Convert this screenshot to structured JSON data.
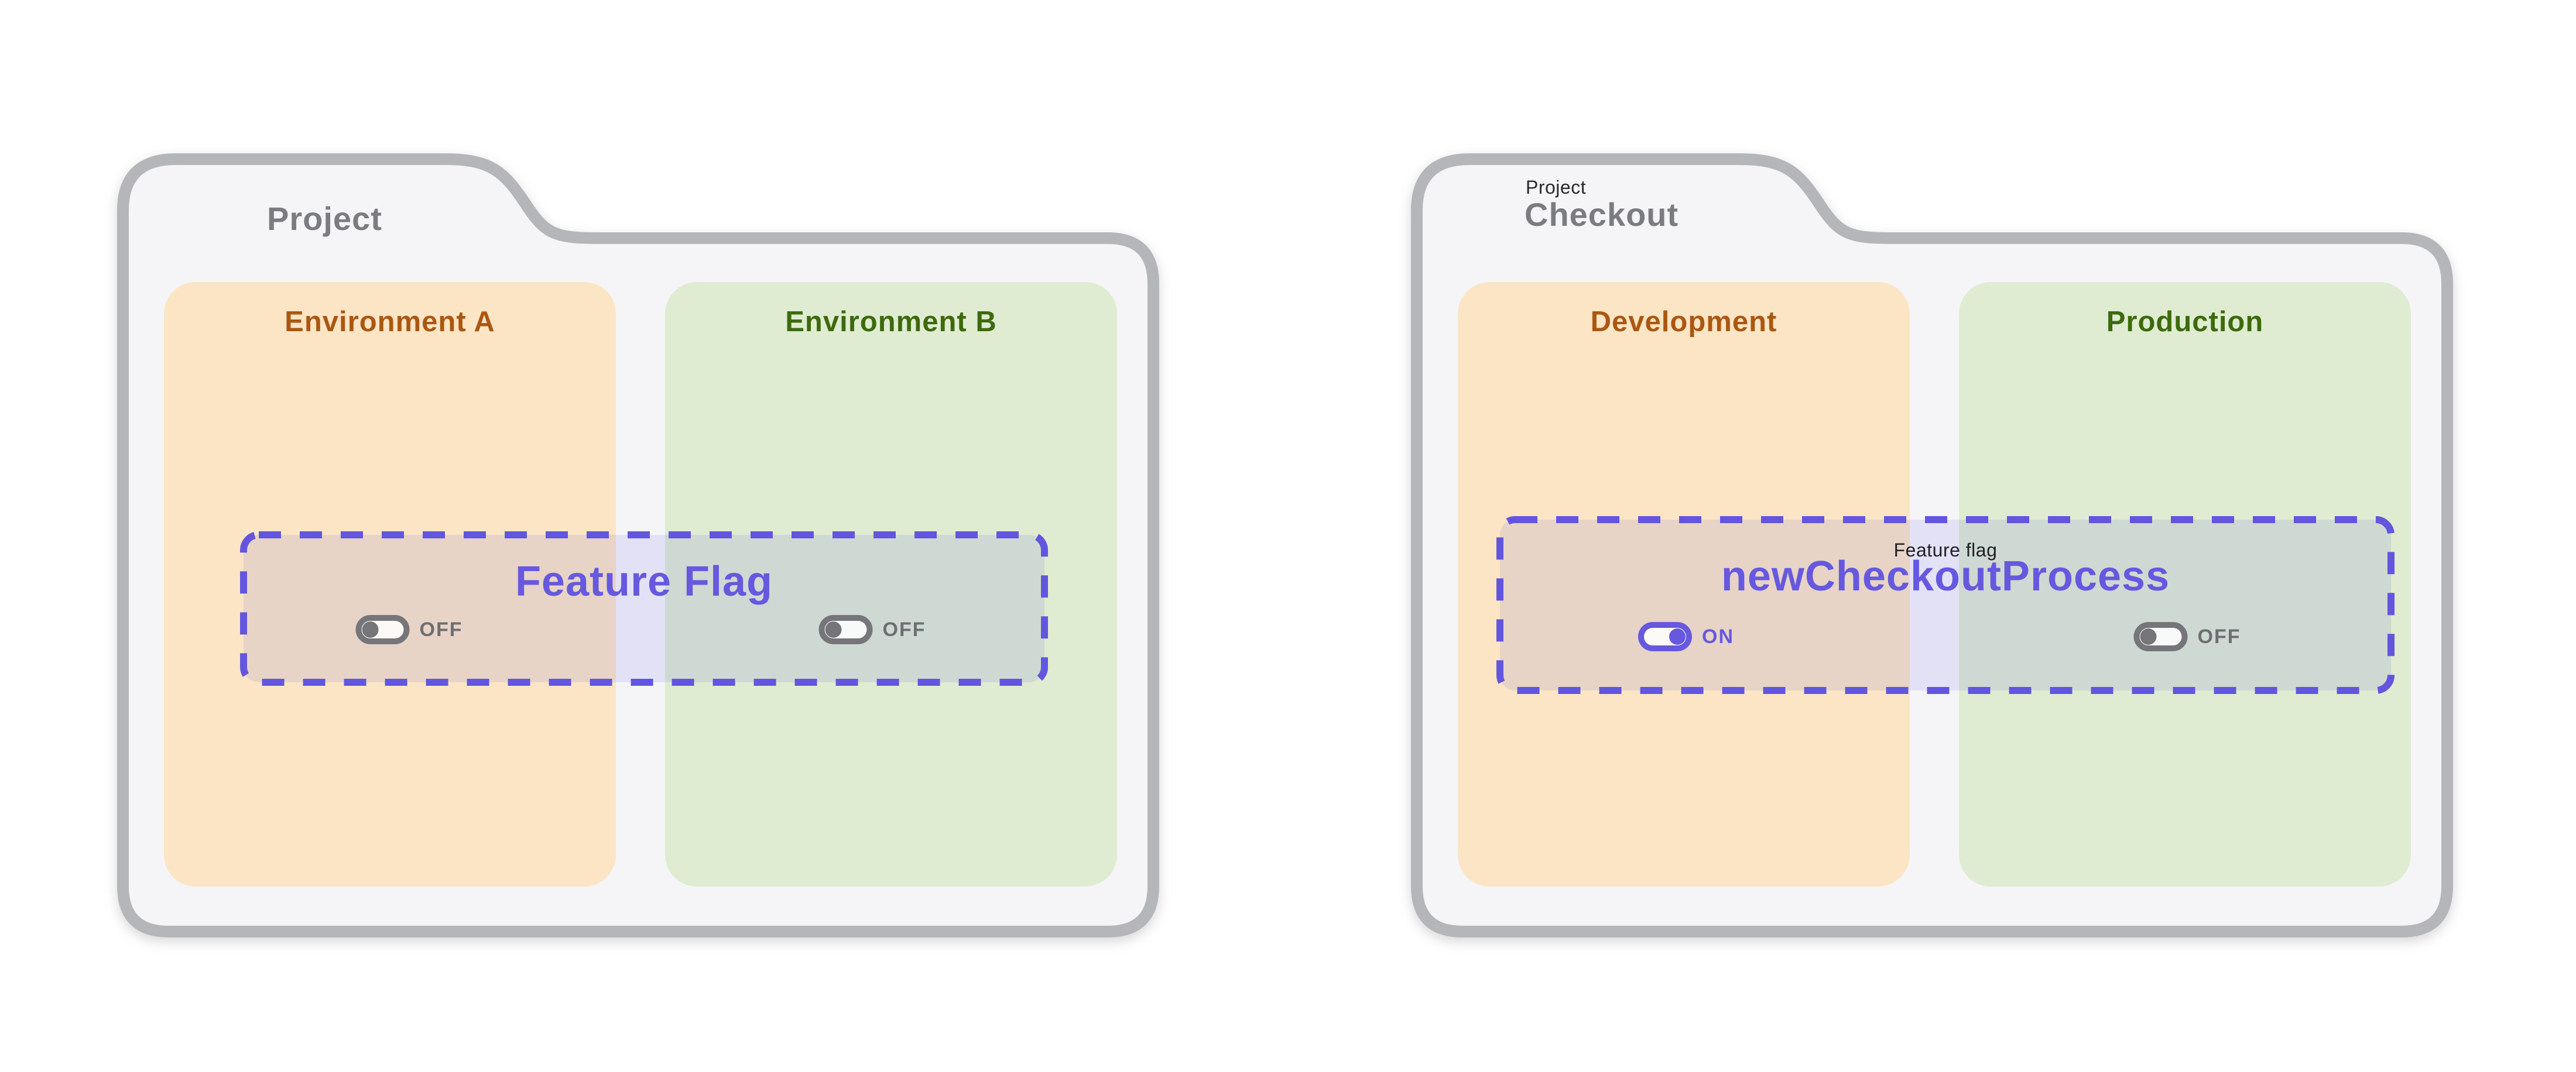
{
  "page": {
    "background": "#ffffff"
  },
  "palette": {
    "folder_fill": "#f5f5f8",
    "folder_border": "#b5b6b9",
    "tab_text_gray": "#7b7c7f",
    "dark_text": "#29292b",
    "env_orange_bg": "#fce5c4",
    "env_orange_text": "#ab5711",
    "env_green_bg": "#dfecd2",
    "env_green_text": "#3e6a0e",
    "accent_purple": "#6759df",
    "toggle_gray": "#75757a"
  },
  "folders": [
    {
      "tab_title": "Project",
      "environments": [
        {
          "label": "Environment A"
        },
        {
          "label": "Environment B"
        }
      ],
      "feature_flag": {
        "title": "Feature Flag",
        "toggles": [
          {
            "label": "OFF",
            "state": "off"
          },
          {
            "label": "OFF",
            "state": "off"
          }
        ]
      }
    },
    {
      "tab_subtitle": "Project",
      "tab_title": "Checkout",
      "environments": [
        {
          "label": "Development"
        },
        {
          "label": "Production"
        }
      ],
      "feature_flag": {
        "label": "Feature flag",
        "title": "newCheckoutProcess",
        "toggles": [
          {
            "label": "ON",
            "state": "on"
          },
          {
            "label": "OFF",
            "state": "off"
          }
        ]
      }
    }
  ]
}
